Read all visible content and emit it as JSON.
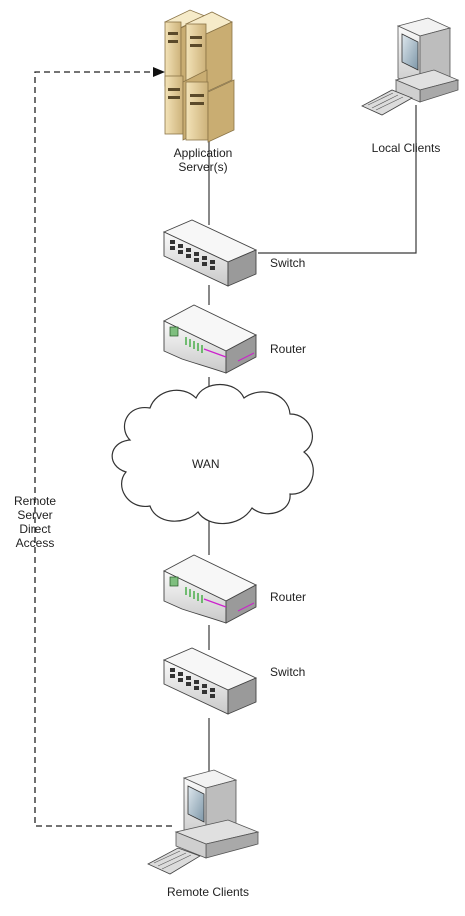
{
  "labels": {
    "app_server": "Application Server(s)",
    "local_clients": "Local Clients",
    "switch_top": "Switch",
    "router_top": "Router",
    "wan": "WAN",
    "router_bottom": "Router",
    "switch_bottom": "Switch",
    "remote_access": "Remote Server Direct Access",
    "remote_clients": "Remote Clients"
  },
  "icons": {
    "server": "server-rack-icon",
    "workstation": "desktop-computer-icon",
    "switch": "network-switch-icon",
    "router": "router-icon",
    "cloud": "cloud-icon"
  },
  "colors": {
    "line": "#3a3a3a",
    "device_body": "#e8e8e8",
    "device_shadow": "#9a9a9a",
    "router_accent": "#22a022",
    "router_accent2": "#cc22cc",
    "server_body": "#e6cf98"
  }
}
